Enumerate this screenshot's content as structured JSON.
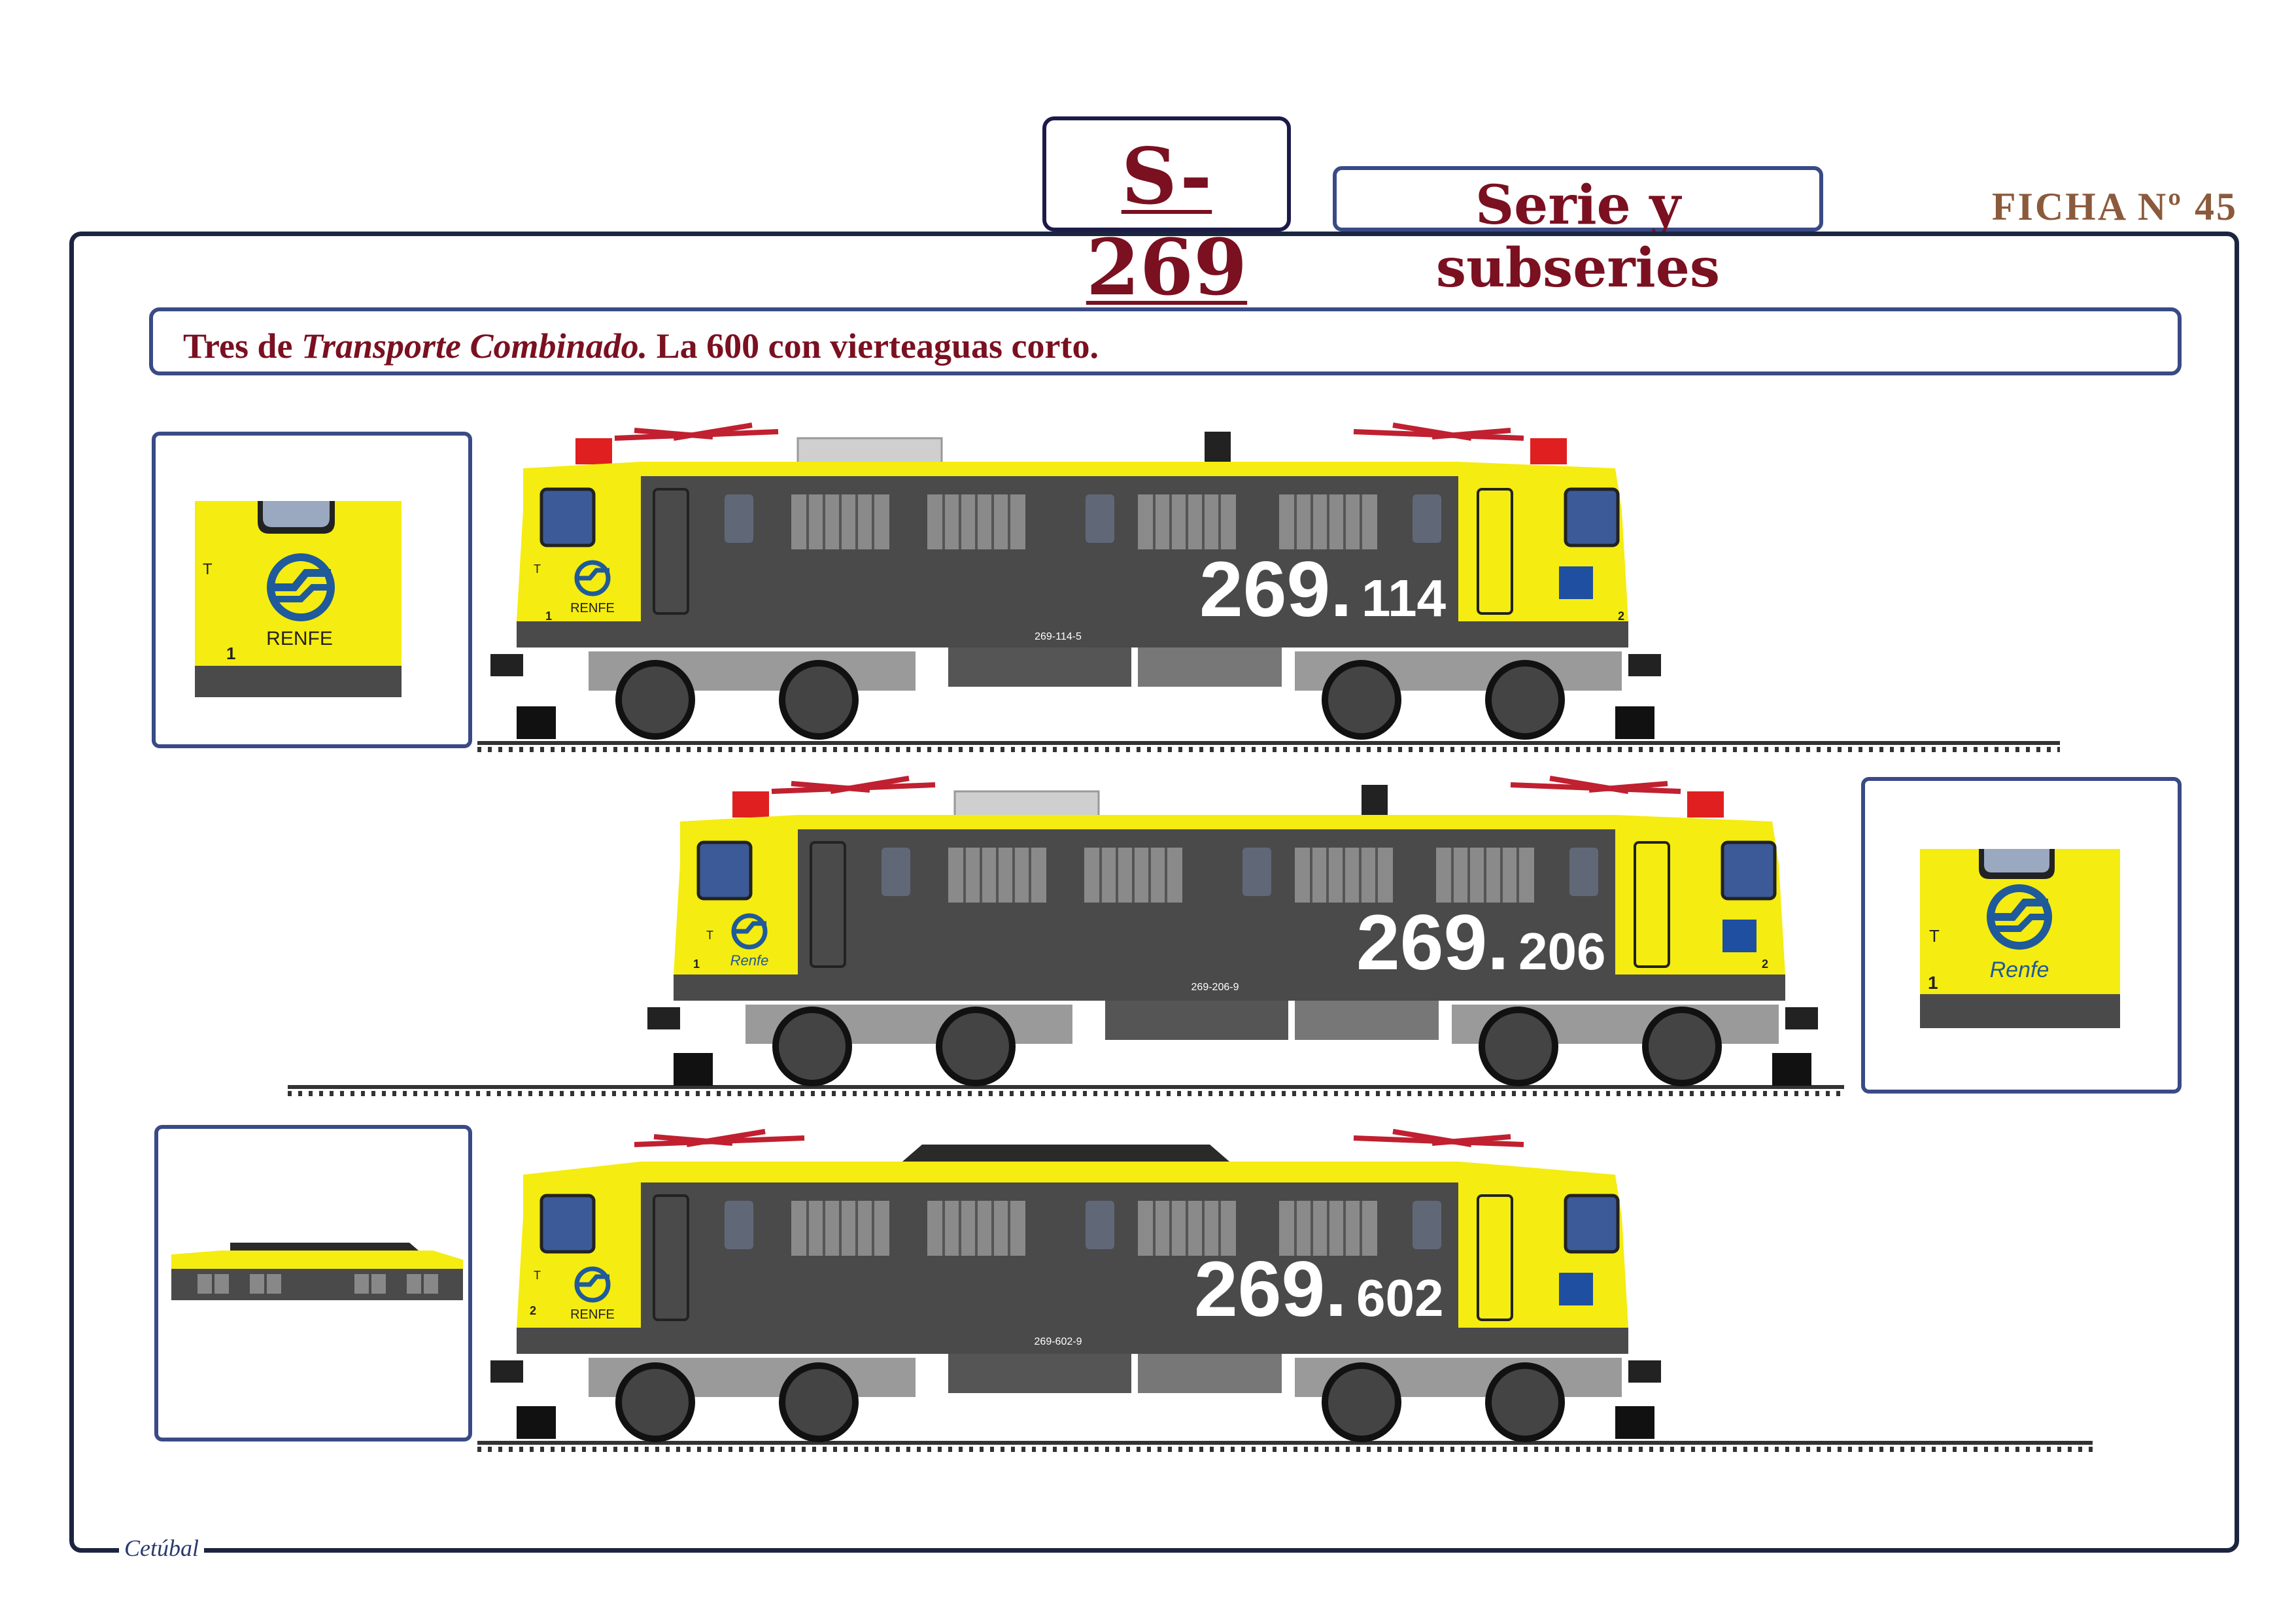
{
  "header": {
    "series_code": "S-269",
    "section_title": "Serie y subseries",
    "sheet_number": "FICHA Nº 45"
  },
  "caption": {
    "part1": "Tres de ",
    "part2_italic": "Transporte Combinado.",
    "part3": " La 600 con vierteaguas corto."
  },
  "signature": "Cetúbal",
  "colors": {
    "body_yellow": "#f5ec12",
    "body_grey": "#4a4a4a",
    "title_red": "#7a1020",
    "frame_blue": "#2a3a6e",
    "logo_blue": "#1f5a9a"
  },
  "locomotives": [
    {
      "number_main": "269.",
      "number_suffix": "114",
      "small_number": "269-114-5",
      "logo_text": "RENFE",
      "cab_left_label": "1",
      "cab_right_label": "2",
      "t_label": "T",
      "has_short_drip_rail": false
    },
    {
      "number_main": "269.",
      "number_suffix": "206",
      "small_number": "269-206-9",
      "logo_text": "Renfe",
      "cab_left_label": "1",
      "cab_right_label": "2",
      "t_label": "T",
      "has_short_drip_rail": false
    },
    {
      "number_main": "269.",
      "number_suffix": "602",
      "small_number": "269-602-9",
      "logo_text": "RENFE",
      "cab_left_label": "2",
      "cab_right_label": "",
      "t_label": "T",
      "has_short_drip_rail": true
    }
  ],
  "insets": [
    {
      "logo_text": "RENFE",
      "t_label": "T",
      "cab_label": "1"
    },
    {
      "logo_text": "Renfe",
      "t_label": "T",
      "cab_label": "1"
    },
    {
      "type": "roof-detail"
    }
  ]
}
